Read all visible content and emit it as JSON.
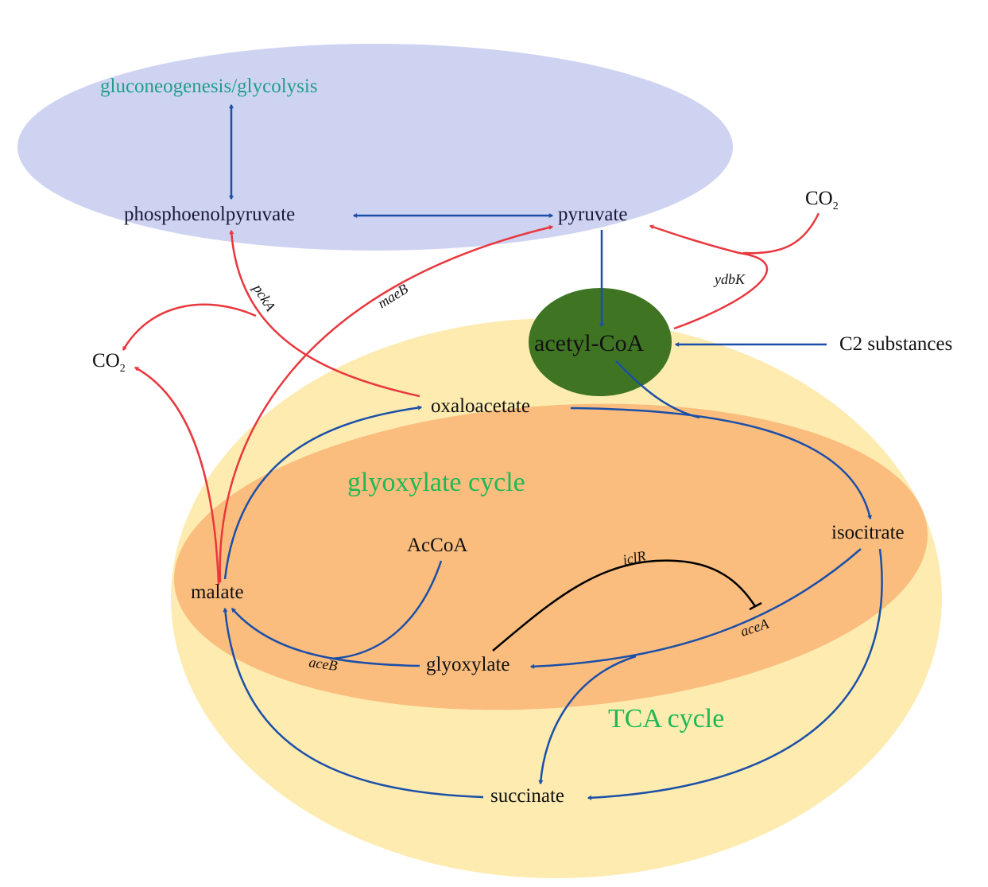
{
  "title": "Central carbon metabolism: glyoxylate and TCA cycles",
  "colors": {
    "glycolysis_region": "#cfd3f2",
    "tca_region": "#fdebb0",
    "glyoxylate_region": "#fbbd7e",
    "acetyl_coa_node": "#3f7522",
    "blue_arrow": "#1b4fa8",
    "red_arrow": "#e8383d",
    "inhibition": "#000000",
    "region_label_green": "#1db954",
    "region_label_teal": "#1f9e8a"
  },
  "regions": {
    "glycolysis": "gluconeogenesis/glycolysis",
    "glyoxylate": "glyoxylate cycle",
    "tca": "TCA cycle"
  },
  "nodes": {
    "pep": "phosphoenolpyruvate",
    "pyruvate": "pyruvate",
    "co2_top": "CO",
    "co2_top_sub": "2",
    "acetyl_coa": "acetyl-CoA",
    "c2": "C2 substances",
    "co2_left": "CO",
    "co2_left_sub": "2",
    "oxaloacetate": "oxaloacetate",
    "isocitrate": "isocitrate",
    "accoa": "AcCoA",
    "malate": "malate",
    "glyoxylate": "glyoxylate",
    "succinate": "succinate"
  },
  "genes": {
    "pckA": "pckA",
    "maeB": "maeB",
    "ydbK": "ydbK",
    "iclR": "iclR",
    "aceA": "aceA",
    "aceB": "aceB"
  },
  "edges": [
    {
      "from": "gluconeogenesis/glycolysis",
      "to": "phosphoenolpyruvate",
      "type": "reversible",
      "color": "blue"
    },
    {
      "from": "phosphoenolpyruvate",
      "to": "pyruvate",
      "type": "reversible",
      "color": "blue"
    },
    {
      "from": "pyruvate",
      "to": "acetyl-CoA",
      "type": "forward",
      "color": "blue"
    },
    {
      "from": "C2 substances",
      "to": "acetyl-CoA",
      "type": "forward",
      "color": "blue"
    },
    {
      "from": "acetyl-CoA",
      "to": "pyruvate",
      "type": "forward",
      "color": "red",
      "gene": "ydbK",
      "cosubstrate": "CO2"
    },
    {
      "from": "oxaloacetate",
      "to": "phosphoenolpyruvate",
      "type": "forward",
      "color": "red",
      "gene": "pckA",
      "product": "CO2"
    },
    {
      "from": "malate",
      "to": "pyruvate",
      "type": "forward",
      "color": "red",
      "gene": "maeB",
      "product": "CO2"
    },
    {
      "from": "oxaloacetate",
      "to": "isocitrate",
      "type": "forward",
      "color": "blue",
      "cosubstrate": "acetyl-CoA"
    },
    {
      "from": "isocitrate",
      "to": "glyoxylate",
      "type": "forward",
      "color": "blue",
      "gene": "aceA",
      "product": "succinate"
    },
    {
      "from": "isocitrate",
      "to": "succinate",
      "type": "forward",
      "color": "blue"
    },
    {
      "from": "glyoxylate",
      "to": "malate",
      "type": "forward",
      "color": "blue",
      "gene": "aceB",
      "cosubstrate": "AcCoA"
    },
    {
      "from": "succinate",
      "to": "malate",
      "type": "forward",
      "color": "blue"
    },
    {
      "from": "malate",
      "to": "oxaloacetate",
      "type": "forward",
      "color": "blue"
    },
    {
      "from": "glyoxylate",
      "to": "aceA",
      "type": "inhibition",
      "color": "black",
      "gene": "iclR"
    }
  ]
}
